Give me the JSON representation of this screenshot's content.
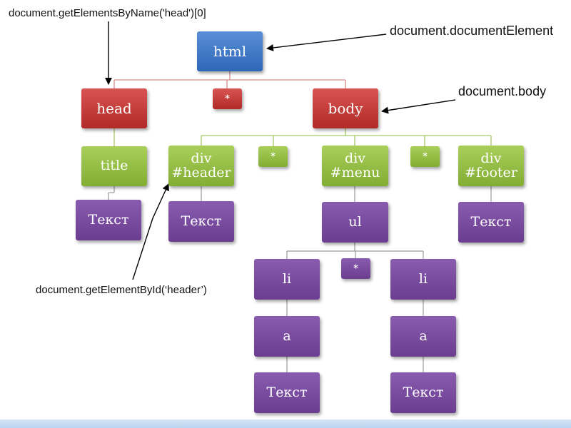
{
  "annotations": {
    "get_by_name": "document.getElementsByName('head')[0]",
    "document_element": "document.documentElement",
    "document_body": "document.body",
    "get_by_id": "document.getElementById(‘header’)"
  },
  "nodes": {
    "html": "html",
    "head": "head",
    "html_star": "*",
    "body": "body",
    "title": "title",
    "title_text": "Текст",
    "div_header_tag": "div",
    "div_header_id": "#header",
    "header_text": "Текст",
    "body_star_1": "*",
    "div_menu_tag": "div",
    "div_menu_id": "#menu",
    "body_star_2": "*",
    "div_footer_tag": "div",
    "div_footer_id": "#footer",
    "footer_text": "Текст",
    "ul": "ul",
    "li_1": "li",
    "ul_star": "*",
    "li_2": "li",
    "a_1": "a",
    "a_2": "a",
    "a_1_text": "Текст",
    "a_2_text": "Текст"
  },
  "colors": {
    "root": "#3a73c4",
    "level1": "#c0393b",
    "level2": "#94bf45",
    "leaf": "#7a4ca0",
    "connector_red": "#d98a8a",
    "connector_green": "#a6c96a",
    "connector_gray": "#9a9a9a",
    "arrow": "#000000"
  }
}
